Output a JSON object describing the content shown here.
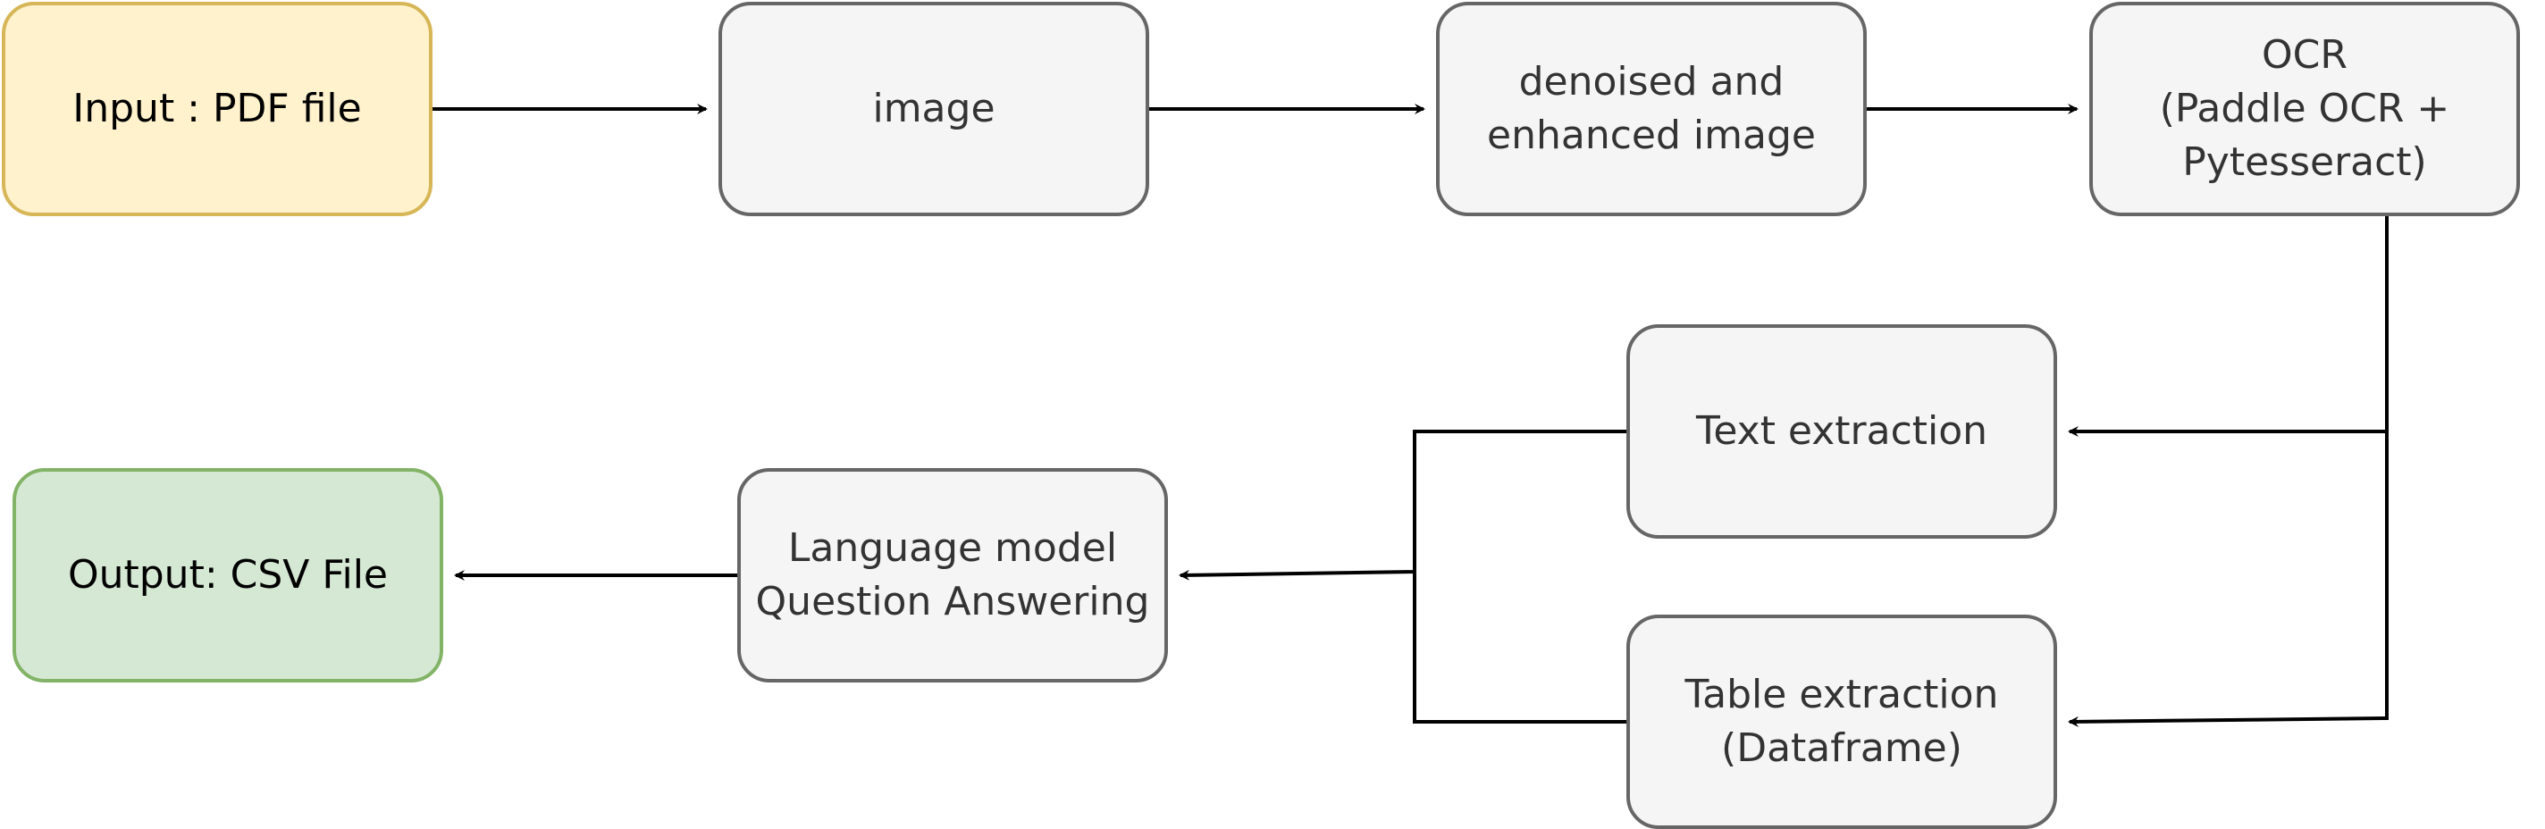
{
  "nodes": {
    "input": {
      "lines": [
        "Input : PDF file"
      ]
    },
    "image": {
      "lines": [
        "image"
      ]
    },
    "denoise": {
      "lines": [
        "denoised and",
        "enhanced image"
      ]
    },
    "ocr": {
      "lines": [
        "OCR",
        "(Paddle OCR +",
        "Pytesseract)"
      ]
    },
    "text": {
      "lines": [
        "Text extraction"
      ]
    },
    "table": {
      "lines": [
        "Table extraction",
        "(Dataframe)"
      ]
    },
    "lm": {
      "lines": [
        "Language model",
        "Question Answering"
      ]
    },
    "output": {
      "lines": [
        "Output: CSV File"
      ]
    }
  },
  "colors": {
    "edge": "#000000",
    "input_fill": "#fff2cc",
    "input_stroke": "#d6b656",
    "output_fill": "#d5e8d4",
    "output_stroke": "#82b366",
    "process_fill": "#f5f5f5",
    "process_stroke": "#666666"
  }
}
